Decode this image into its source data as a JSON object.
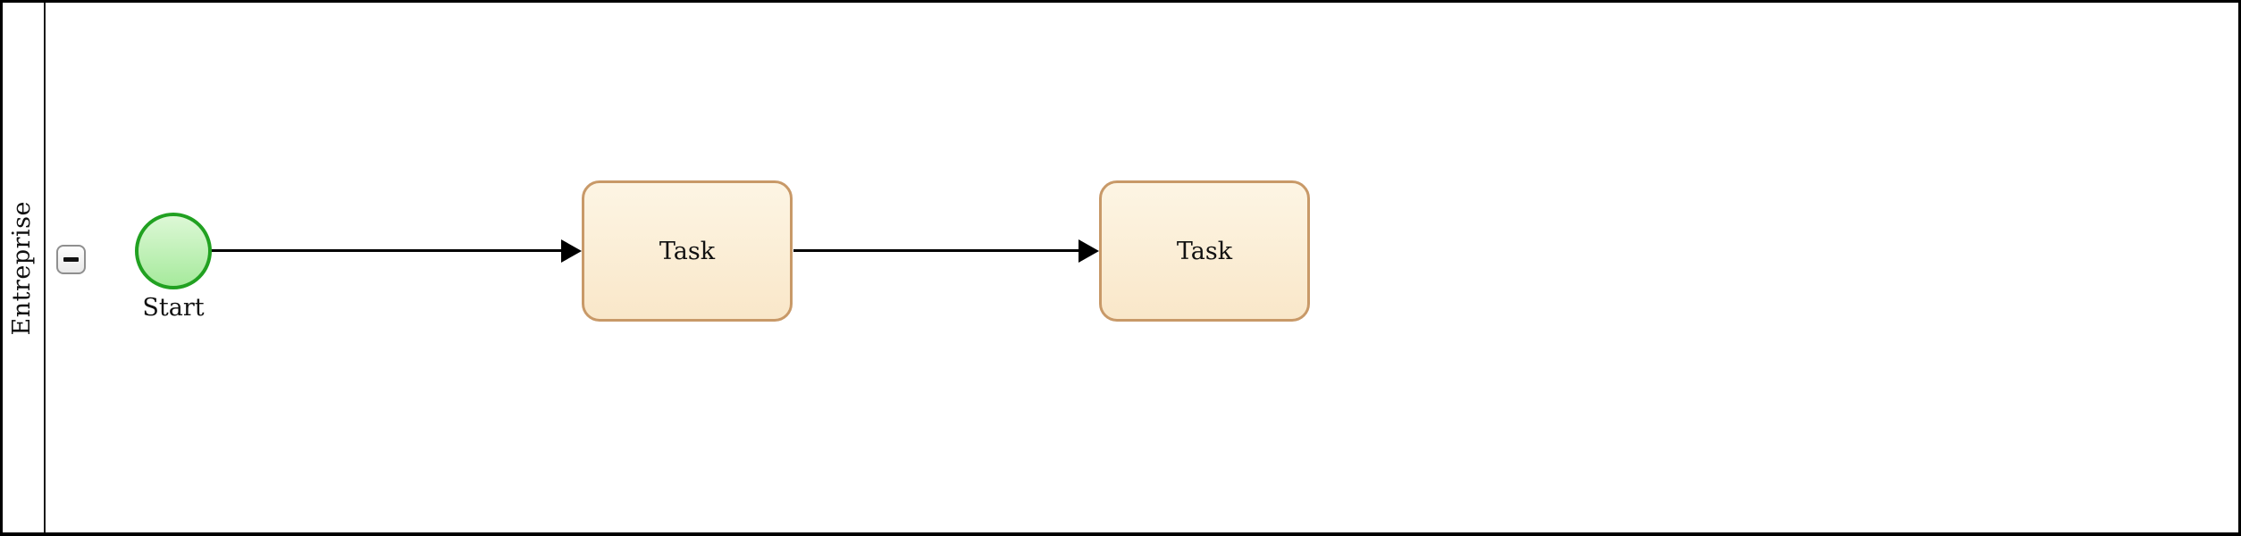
{
  "diagram": {
    "type": "bpmn-process",
    "pool": {
      "label": "Entreprise",
      "collapse_button_icon": "minus-icon"
    },
    "nodes": [
      {
        "id": "start",
        "kind": "start-event",
        "label": "Start"
      },
      {
        "id": "task-1",
        "kind": "task",
        "label": "Task"
      },
      {
        "id": "task-2",
        "kind": "task",
        "label": "Task"
      }
    ],
    "flows": [
      {
        "from": "start",
        "to": "task-1",
        "style": "solid-arrow"
      },
      {
        "from": "task-1",
        "to": "task-2",
        "style": "solid-arrow"
      }
    ],
    "colors": {
      "pool_border": "#000000",
      "lane_separator": "#1a1a1a",
      "task_border": "#c89968",
      "task_fill_top": "#fdf5e4",
      "task_fill_bottom": "#f9e7c9",
      "start_border": "#21a121",
      "start_fill_top": "#ddf8d6",
      "start_fill_bottom": "#a6ea9c",
      "flow_color": "#000000",
      "background": "#ffffff"
    }
  }
}
